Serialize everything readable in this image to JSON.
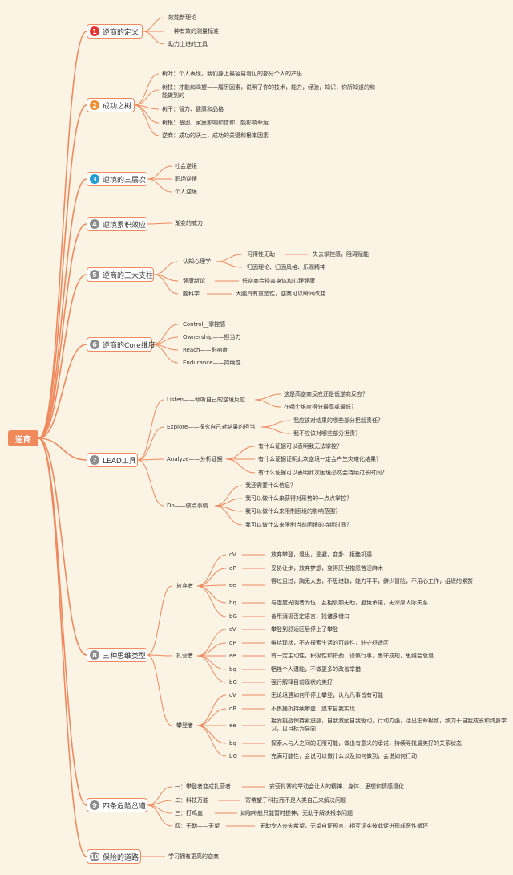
{
  "root": "逆商",
  "topics": [
    {
      "num": "1",
      "label": "逆商的定义",
      "badge_color": "#e4332f"
    },
    {
      "num": "2",
      "label": "成功之树",
      "badge_color": "#f28b2c"
    },
    {
      "num": "3",
      "label": "逆境的三层次",
      "badge_color": "#1e9ad6"
    },
    {
      "num": "4",
      "label": "逆境累积效应",
      "badge_color": "#8c8c8c"
    },
    {
      "num": "5",
      "label": "逆商的三大支柱",
      "badge_color": "#8c8c8c"
    },
    {
      "num": "6",
      "label": "逆商的Core维度",
      "badge_color": "#8c8c8c"
    },
    {
      "num": "7",
      "label": "LEAD工具",
      "badge_color": "#8c8c8c"
    },
    {
      "num": "8",
      "label": "三种思维类型",
      "badge_color": "#8c8c8c"
    },
    {
      "num": "9",
      "label": "四条危险岔道",
      "badge_color": "#8c8c8c"
    },
    {
      "num": "10",
      "label": "保险的道路",
      "badge_color": "#8c8c8c"
    }
  ],
  "definition": [
    "效能新理论",
    "一种有效的测量标准",
    "助力上进的工具"
  ],
  "tree": [
    "树叶：个人表现，我们身上最容易看见的部分个人的产出",
    "树枝：才能和渴望——履历因素，说明了你的技术，能力，经验，知识，你所知道的和能做到的",
    "树干：智力、健康和品格",
    "树根：基因、家庭影响和信仰，能影响命运",
    "逆商：成功的沃土，成功的关键和根本因素"
  ],
  "levels": [
    "社会逆境",
    "职场逆境",
    "个人逆境"
  ],
  "cumulative": "渐变的威力",
  "pillars": {
    "psych": "认知心理学",
    "psych_items": [
      "习得性无助",
      "归因理论、归因风格、乐观精神"
    ],
    "helpless_note": "失去掌控感，阻碍赋能",
    "health": "健康新论",
    "health_note": "低逆商会损害身体和心理健康",
    "brain": "脑科学",
    "brain_note": "大脑具有重塑性，逆商可以瞬间改变"
  },
  "core": [
    "Control__掌控感",
    "Ownership——担当力",
    "Reach——影响度",
    "Endurance——持续性"
  ],
  "lead": {
    "listen": "Listen——倾听自己的逆境反应",
    "listen_q": [
      "这是高逆商反应还是低逆商反应？",
      "在哪个维度得分最高或最低？"
    ],
    "explore": "Explore——探究自己对结果的担当",
    "explore_q": [
      "我应该对结果的哪些部分担起责任？",
      "我不应该对哪些部分担责？"
    ],
    "analyze": "Analyze——分析证据",
    "analyze_q": [
      "有什么证据可以表明我无法掌控？",
      "有什么证据证明此次逆境一定会产生灾难化结果？",
      "有什么证据可以表明此次困境必然会持续过长时间？"
    ],
    "do": "Do——做点事情",
    "do_q": [
      "我还需要什么信息？",
      "我可以做什么来获得对形势的一点点掌控？",
      "我可以做什么来限制困境的影响范围？",
      "我可以做什么来限制当前困境的持续时间？"
    ]
  },
  "thinking": {
    "quitter": "放弃者",
    "camper": "扎营者",
    "climber": "攀登者",
    "keys": [
      "cV",
      "dP",
      "ee",
      "bq",
      "bG"
    ],
    "quitter_items": [
      "放弃攀登，退出，逃避，变卦，拒绝机遇",
      "妥协让步，放弃梦想，变得厌世抱怨苦涩麻木",
      "得过且过，胸无大志，不思进取，能力平平，鲜少冒险，不用心工作，组织的累赘",
      "与虚度光阴者为伍，互相衰颓无助，避免承诺，无深厚人际关系",
      "善用消极否定语言，找诸多借口"
    ],
    "camper_items": [
      "攀登到舒适区后停止了攀登",
      "维持现状，不去探索生活的可能性，驻守舒适区",
      "有一定主动性，积极性和拼劲，谨慎行事，墨守成规，思维会衰退",
      "牺牲个人潜能，不做更多的改善举措",
      "强行解释目前现状的美好"
    ],
    "climber_items": [
      "无论境遇如何不停止攀登，认为凡事皆有可能",
      "不畏挫折持续攀登，追求自我实现",
      "接受挑战保持紧迫感，自我激励自我驱动，行动力强，活出生命极致，致力于自我成长和终身学习，以目标为导向",
      "探索人与人之间的无限可能，做出有意义的承诺，持续寻找最美好的关系状态",
      "充满可能性，会说可以做什么以及如何做到，会说如何行动"
    ]
  },
  "dangers": [
    {
      "label": "一：攀登者变成扎营者",
      "note": "安营扎寨的举动会让人的精神、身体、思想和情感退化"
    },
    {
      "label": "二：科技万能",
      "note": "寄希望于科技而不是人类自己来解决问题"
    },
    {
      "label": "三：打鸡血",
      "note": "如咖啡般只能暂时提神，无助于解决根本问题"
    },
    {
      "label": "四：无助——无望",
      "note": "无助令人丧失希望，无望自证预言，相互证实彼此促进形成恶性循环"
    }
  ],
  "safe": "学习拥有更高的逆商"
}
